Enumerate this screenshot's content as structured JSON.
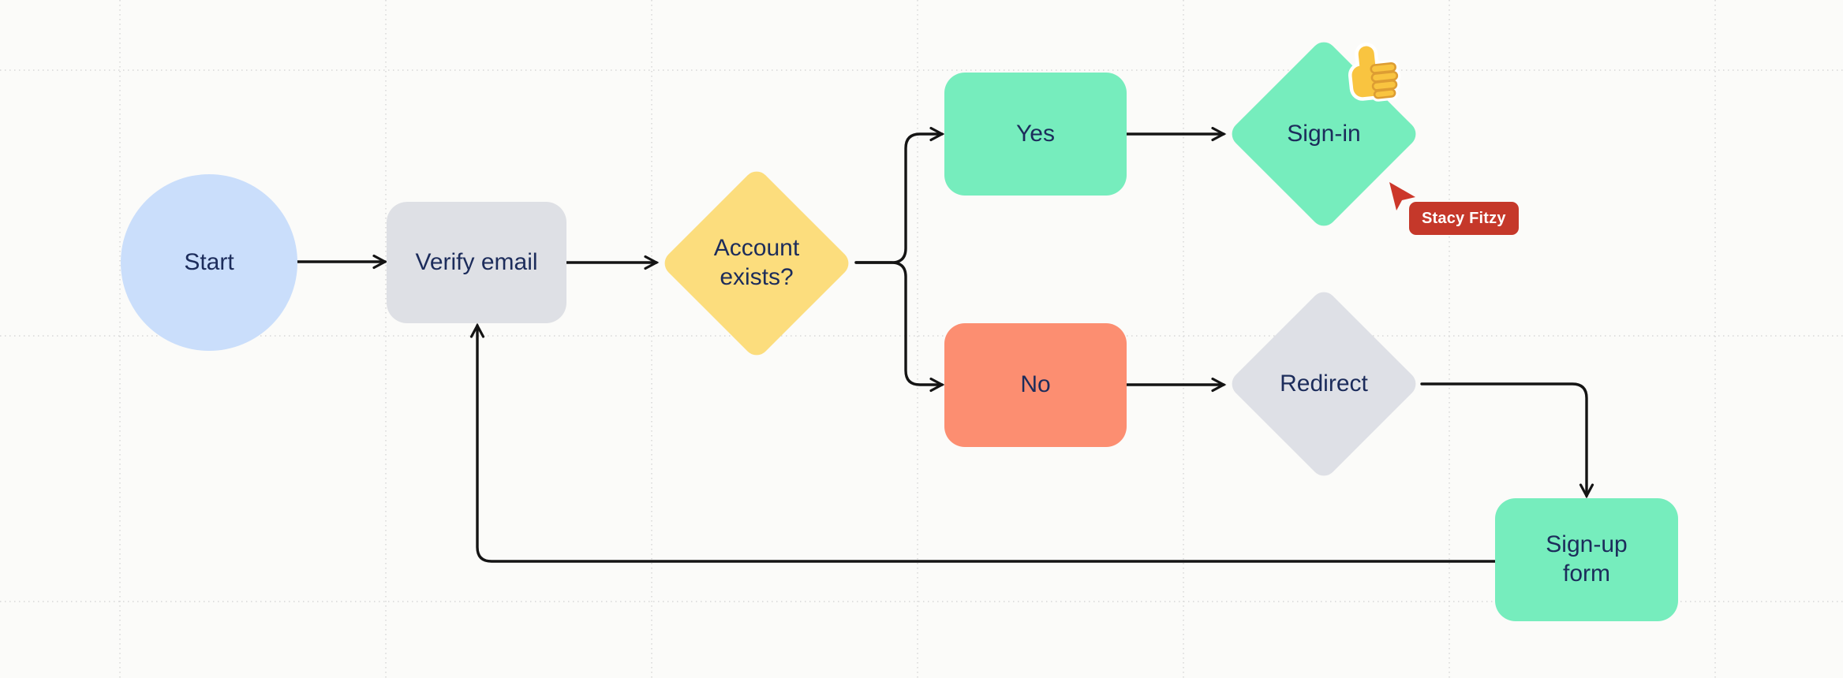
{
  "canvas": {
    "background": "#FBFBF9",
    "grid_color": "#D7D7D7",
    "connector_color": "#141414",
    "label_color": "#1C2C5B"
  },
  "nodes": [
    {
      "id": "start",
      "shape": "circle",
      "label": "Start",
      "fill": "#CADEFB"
    },
    {
      "id": "verify-email",
      "shape": "rounded-rect",
      "label": "Verify email",
      "fill": "#DEE0E5"
    },
    {
      "id": "account-exists",
      "shape": "diamond",
      "label": "Account exists?",
      "fill": "#FCDD7D"
    },
    {
      "id": "yes",
      "shape": "rounded-rect",
      "label": "Yes",
      "fill": "#76EDBD"
    },
    {
      "id": "no",
      "shape": "rounded-rect",
      "label": "No",
      "fill": "#FC8E71"
    },
    {
      "id": "sign-in",
      "shape": "diamond",
      "label": "Sign-in",
      "fill": "#76EDBD"
    },
    {
      "id": "redirect",
      "shape": "diamond",
      "label": "Redirect",
      "fill": "#DEE0E6"
    },
    {
      "id": "sign-up-form",
      "shape": "rounded-rect",
      "label": "Sign-up form",
      "fill": "#76EDBD"
    }
  ],
  "edges": [
    {
      "from": "start",
      "to": "verify-email"
    },
    {
      "from": "verify-email",
      "to": "account-exists"
    },
    {
      "from": "account-exists",
      "to": "yes"
    },
    {
      "from": "account-exists",
      "to": "no"
    },
    {
      "from": "yes",
      "to": "sign-in"
    },
    {
      "from": "no",
      "to": "redirect"
    },
    {
      "from": "redirect",
      "to": "sign-up-form"
    },
    {
      "from": "sign-up-form",
      "to": "verify-email"
    }
  ],
  "sticker": {
    "name": "thumbs-up-emoji",
    "attached_to": "sign-in"
  },
  "collaborator_cursor": {
    "name": "Stacy Fitzy",
    "color": "#C5382A"
  }
}
